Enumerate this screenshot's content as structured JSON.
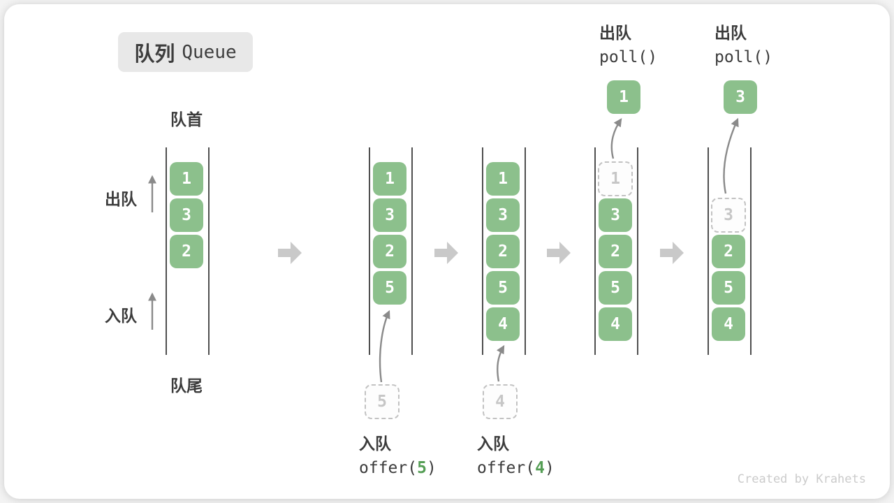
{
  "title": {
    "zh": "队列",
    "en": "Queue"
  },
  "side_labels": {
    "front": "队首",
    "rear": "队尾",
    "dequeue": "出队",
    "enqueue": "入队"
  },
  "states": [
    {
      "cells": [
        "1",
        "3",
        "2"
      ]
    },
    {
      "cells": [
        "1",
        "3",
        "2",
        "5"
      ],
      "pending": "5",
      "op": {
        "label": "入队",
        "fn": "offer(",
        "arg": "5",
        "close": ")"
      }
    },
    {
      "cells": [
        "1",
        "3",
        "2",
        "5",
        "4"
      ],
      "pending": "4",
      "op": {
        "label": "入队",
        "fn": "offer(",
        "arg": "4",
        "close": ")"
      }
    },
    {
      "cells": [
        "3",
        "2",
        "5",
        "4"
      ],
      "removed": "1",
      "op": {
        "label": "出队",
        "fn": "poll()"
      }
    },
    {
      "cells": [
        "2",
        "5",
        "4"
      ],
      "removed": "3",
      "op": {
        "label": "出队",
        "fn": "poll()"
      }
    }
  ],
  "watermark": "Created by Krahets",
  "colors": {
    "cell_green": "#8cc08c",
    "code_arg_green": "#559e55",
    "step_arrow_gray": "#c9c9c9",
    "wall_gray": "#4f4f4f",
    "text_dark": "#3b3b3b",
    "ghost_gray": "#c6c6c6"
  }
}
